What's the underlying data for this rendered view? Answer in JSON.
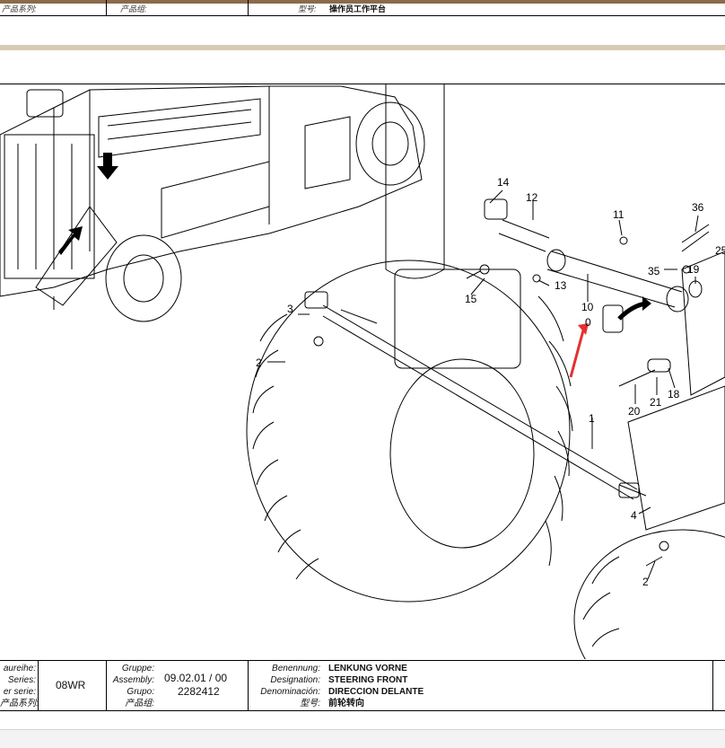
{
  "header": {
    "family_label": "产品系列:",
    "group_label": "产品组:",
    "model_label": "型号:",
    "model_value": "操作员工作平台"
  },
  "drawing": {
    "callouts": [
      "14",
      "12",
      "11",
      "36",
      "25",
      "35",
      "19",
      "13",
      "15",
      "10",
      "3",
      "2",
      "1",
      "4",
      "2",
      "20",
      "21",
      "18",
      "0"
    ]
  },
  "footer": {
    "series_labels": [
      "aureihe:",
      "Series:",
      "er serie:",
      "产品系列:"
    ],
    "series_value": "08WR",
    "group_labels": [
      "Gruppe:",
      "Assembly:",
      "Grupo:",
      "产品组:"
    ],
    "assembly_value": "09.02.01 / 00",
    "grupo_value": "2282412",
    "designation_labels": [
      "Benennung:",
      "Designation:",
      "Denominación:",
      "型号:"
    ],
    "designation_values": [
      "LENKUNG VORNE",
      "STEERING FRONT",
      "DIRECCION DELANTE",
      "前轮转向"
    ]
  }
}
